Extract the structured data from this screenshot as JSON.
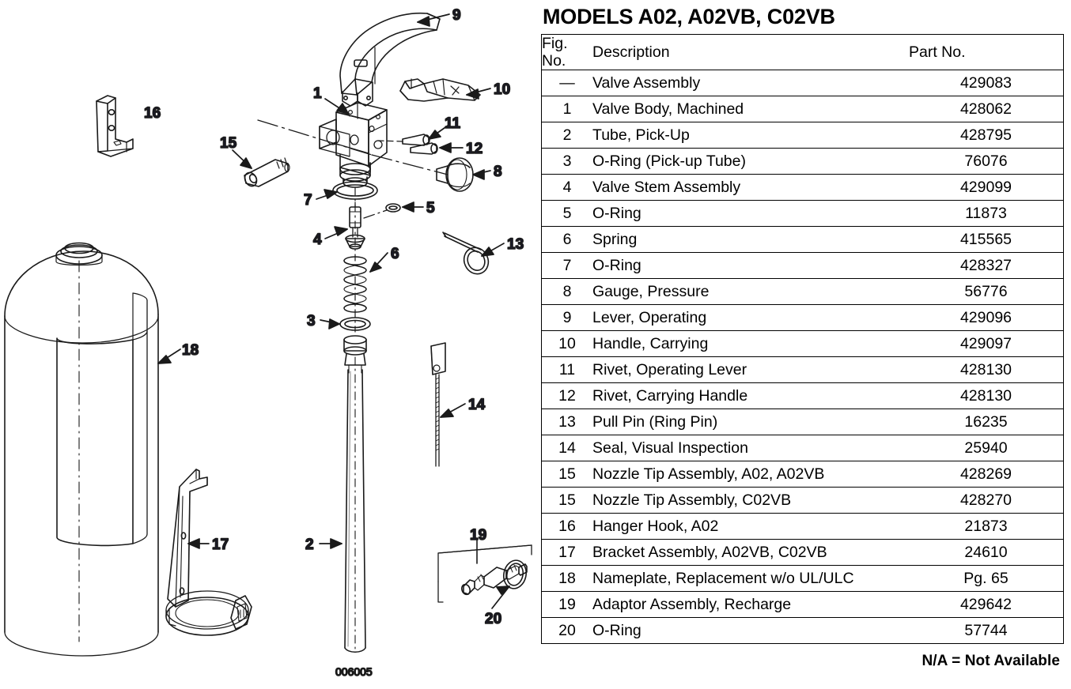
{
  "panel": {
    "title": "MODELS A02, A02VB, C02VB",
    "footnote": "N/A = Not Available",
    "columns": {
      "fig_line1": "Fig.",
      "fig_line2": "No.",
      "description": "Description",
      "part": "Part No."
    },
    "rows": [
      {
        "fig": "—",
        "desc": "Valve Assembly",
        "part": "429083"
      },
      {
        "fig": "1",
        "desc": "Valve Body, Machined",
        "part": "428062"
      },
      {
        "fig": "2",
        "desc": "Tube, Pick-Up",
        "part": "428795"
      },
      {
        "fig": "3",
        "desc": "O-Ring (Pick-up Tube)",
        "part": "76076"
      },
      {
        "fig": "4",
        "desc": "Valve Stem Assembly",
        "part": "429099"
      },
      {
        "fig": "5",
        "desc": "O-Ring",
        "part": "11873"
      },
      {
        "fig": "6",
        "desc": "Spring",
        "part": "415565"
      },
      {
        "fig": "7",
        "desc": "O-Ring",
        "part": "428327"
      },
      {
        "fig": "8",
        "desc": "Gauge, Pressure",
        "part": "56776"
      },
      {
        "fig": "9",
        "desc": "Lever, Operating",
        "part": "429096"
      },
      {
        "fig": "10",
        "desc": "Handle, Carrying",
        "part": "429097"
      },
      {
        "fig": "11",
        "desc": "Rivet, Operating Lever",
        "part": "428130"
      },
      {
        "fig": "12",
        "desc": "Rivet, Carrying Handle",
        "part": "428130"
      },
      {
        "fig": "13",
        "desc": "Pull Pin (Ring Pin)",
        "part": "16235"
      },
      {
        "fig": "14",
        "desc": "Seal, Visual Inspection",
        "part": "25940"
      },
      {
        "fig": "15",
        "desc": "Nozzle Tip Assembly, A02, A02VB",
        "part": "428269"
      },
      {
        "fig": "15",
        "desc": "Nozzle Tip Assembly, C02VB",
        "part": "428270"
      },
      {
        "fig": "16",
        "desc": "Hanger Hook, A02",
        "part": "21873"
      },
      {
        "fig": "17",
        "desc": "Bracket Assembly, A02VB, C02VB",
        "part": "24610"
      },
      {
        "fig": "18",
        "desc": "Nameplate, Replacement w/o UL/ULC",
        "part": "Pg. 65"
      },
      {
        "fig": "19",
        "desc": "Adaptor Assembly, Recharge",
        "part": "429642"
      },
      {
        "fig": "20",
        "desc": "O-Ring",
        "part": "57744"
      }
    ]
  },
  "drawing": {
    "drawing_number": "006005",
    "callouts": [
      {
        "id": "9",
        "label": "9"
      },
      {
        "id": "16",
        "label": "16"
      },
      {
        "id": "1",
        "label": "1"
      },
      {
        "id": "10",
        "label": "10"
      },
      {
        "id": "11",
        "label": "11"
      },
      {
        "id": "12",
        "label": "12"
      },
      {
        "id": "15",
        "label": "15"
      },
      {
        "id": "8",
        "label": "8"
      },
      {
        "id": "7",
        "label": "7"
      },
      {
        "id": "5",
        "label": "5"
      },
      {
        "id": "4",
        "label": "4"
      },
      {
        "id": "13",
        "label": "13"
      },
      {
        "id": "6",
        "label": "6"
      },
      {
        "id": "3",
        "label": "3"
      },
      {
        "id": "18",
        "label": "18"
      },
      {
        "id": "14",
        "label": "14"
      },
      {
        "id": "17",
        "label": "17"
      },
      {
        "id": "2",
        "label": "2"
      },
      {
        "id": "19",
        "label": "19"
      },
      {
        "id": "20",
        "label": "20"
      }
    ]
  }
}
